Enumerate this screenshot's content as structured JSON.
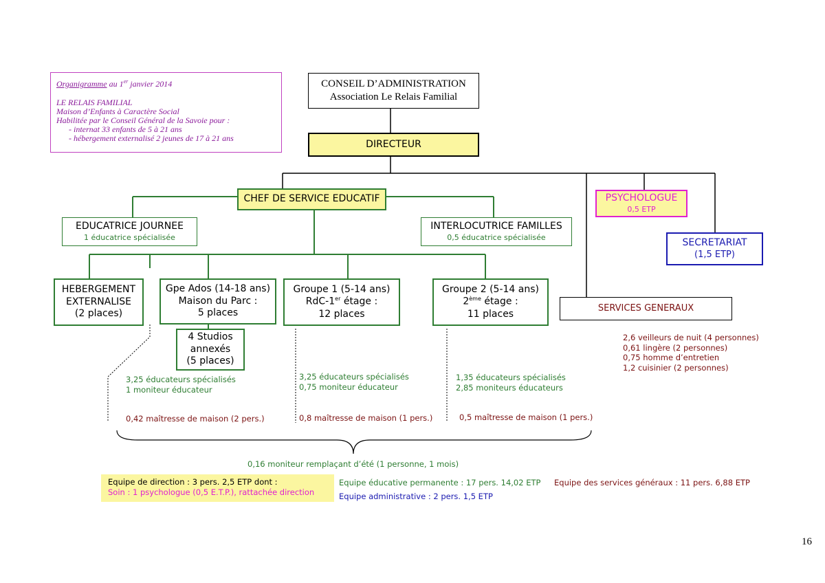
{
  "intro": {
    "line1_underlined": "Organigramme",
    "line1_rest": " au 1",
    "line1_sup": "er",
    "line1_end": " janvier 2014",
    "org_name": "LE RELAIS FAMILIAL",
    "org_type": "Maison d’Enfants à Caractère Social",
    "habilitation": "Habilitée par le Conseil Général de la Savoie pour :",
    "item1": "- internat 33 enfants de 5 à 21 ans",
    "item2": "- hébergement externalisé 2 jeunes de 17 à 21 ans"
  },
  "conseil": {
    "line1": "CONSEIL D’ADMINISTRATION",
    "line2": "Association Le Relais Familial"
  },
  "directeur": {
    "label": "DIRECTEUR"
  },
  "chef_service": {
    "label": "CHEF DE SERVICE EDUCATIF"
  },
  "psychologue": {
    "label": "PSYCHOLOGUE",
    "etp": "0,5 ETP"
  },
  "secretariat": {
    "label": "SECRETARIAT",
    "etp": "(1,5 ETP)"
  },
  "educatrice_journee": {
    "label": "EDUCATRICE JOURNEE",
    "detail": "1 éducatrice spécialisée"
  },
  "interlocutrice": {
    "label": "INTERLOCUTRICE FAMILLES",
    "detail": "0,5 éducatrice spécialisée"
  },
  "hebergement": {
    "line1": "HEBERGEMENT",
    "line2": "EXTERNALISE",
    "line3": "(2 places)"
  },
  "gpe_ados": {
    "line1": "Gpe Ados (14-18 ans)",
    "line2": "Maison du Parc :",
    "line3": "5 places"
  },
  "studios": {
    "line1": "4 Studios",
    "line2": "annexés",
    "line3": "(5 places)"
  },
  "groupe1": {
    "line1": "Groupe 1 (5-14 ans)",
    "line2_a": "RdC-1",
    "line2_sup": "er",
    "line2_b": " étage :",
    "line3": "12 places"
  },
  "groupe2": {
    "line1": "Groupe 2 (5-14 ans)",
    "line2_a": "2",
    "line2_sup": "ème",
    "line2_b": " étage :",
    "line3": "11 places"
  },
  "services_generaux": {
    "label": "SERVICES GENERAUX"
  },
  "sg_staff": [
    "2,6 veilleurs de nuit (4 personnes)",
    "0,61 lingère (2 personnes)",
    "0,75 homme d’entretien",
    "1,2 cuisinier (2 personnes)"
  ],
  "staff_ados": [
    "3,25 éducateurs spécialisés",
    "1 moniteur éducateur"
  ],
  "staff_g1": [
    "3,25 éducateurs spécialisés",
    "0,75 moniteur éducateur"
  ],
  "staff_g2": [
    "1,35 éducateurs spécialisés",
    "2,85 moniteurs éducateurs"
  ],
  "maitresse_ados": "0,42 maîtresse de maison (2 pers.)",
  "maitresse_g1": "0,8 maîtresse de maison (1 pers.)",
  "maitresse_g2": "0,5 maîtresse de maison (1 pers.)",
  "remplacant": "0,16 moniteur remplaçant d’été (1 personne, 1 mois)",
  "legend": {
    "direction": "Equipe de direction : 3 pers. 2,5 ETP dont :",
    "soin": "Soin : 1 psychologue (0,5 E.T.P.), rattachée direction",
    "educative": "Equipe éducative permanente : 17 pers. 14,02 ETP",
    "administrative": "Equipe administrative : 2 pers. 1,5 ETP",
    "services": "Equipe des services généraux : 11 pers. 6,88 ETP"
  },
  "page_number": "16",
  "colors": {
    "green": "#2e7d32",
    "maroon": "#7b1212",
    "blue": "#1a1ab0",
    "magenta": "#e020d0",
    "yellow": "#fbf6a0",
    "purple_border": "#c040c0"
  }
}
